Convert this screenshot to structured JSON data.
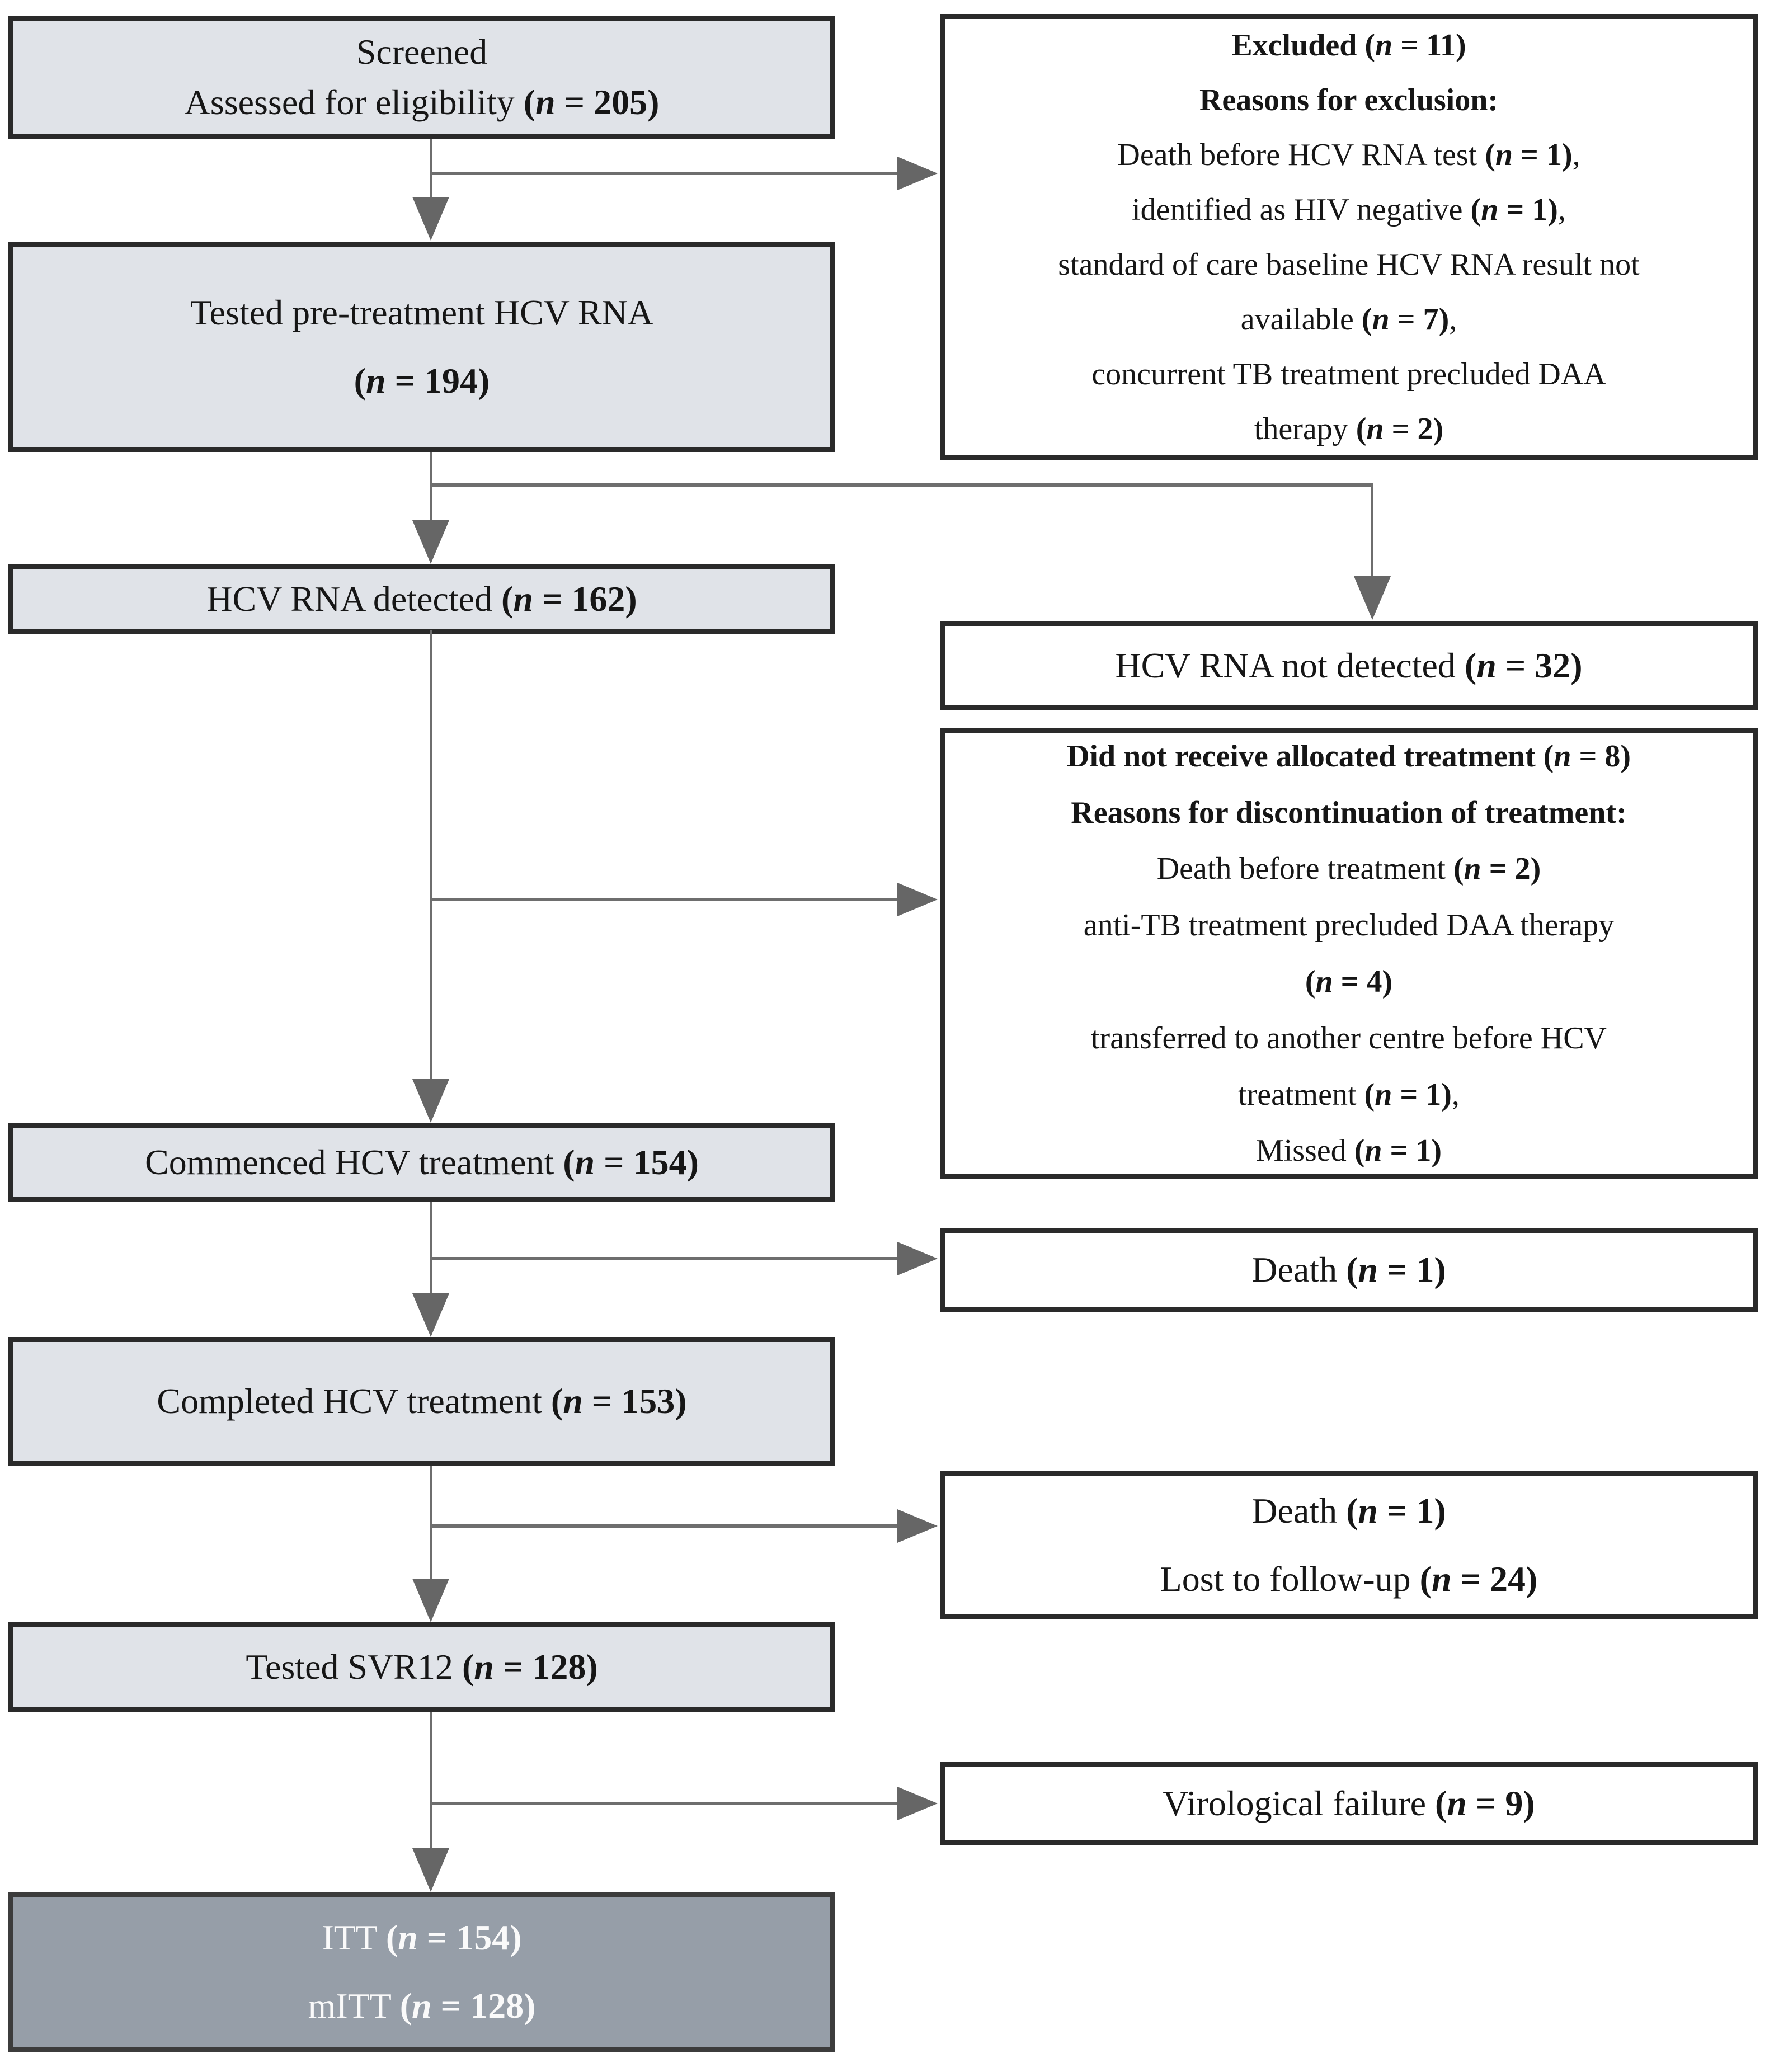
{
  "diagram_title": "HCV treatment cascade flow diagram",
  "colors": {
    "box_light_fill": "#e0e3e8",
    "box_white_fill": "#ffffff",
    "box_dark_fill": "#969ea8",
    "box_border": "#2a2a2a",
    "connector_line": "#6e6e6e",
    "arrowhead": "#666666",
    "text_dark": "#161616",
    "text_light": "#fafafa"
  },
  "counts": {
    "screened": 205,
    "tested_pretreatment": 194,
    "excluded": 11,
    "hcv_rna_detected": 162,
    "hcv_rna_not_detected": 32,
    "did_not_receive_treatment": 8,
    "commenced_treatment": 154,
    "death_during_treatment": 1,
    "completed_treatment": 153,
    "death_after_treatment": 1,
    "lost_to_follow_up": 24,
    "tested_svr12": 128,
    "virological_failure": 9,
    "itt": 154,
    "mitt": 128
  },
  "boxes": {
    "screened": {
      "lines": [
        [
          {
            "t": "Screened"
          }
        ],
        [
          {
            "t": "Assessed for eligibility "
          },
          {
            "t": "(",
            "b": true
          },
          {
            "t": "n",
            "b": true,
            "i": true
          },
          {
            "t": " = 205)",
            "b": true
          }
        ]
      ]
    },
    "excluded": {
      "lines": [
        [
          {
            "t": "Excluded ",
            "b": true
          },
          {
            "t": "(",
            "b": true
          },
          {
            "t": "n",
            "b": true,
            "i": true
          },
          {
            "t": " = 11)",
            "b": true
          }
        ],
        [
          {
            "t": "Reasons for exclusion:",
            "b": true
          }
        ],
        [
          {
            "t": "Death before HCV RNA test "
          },
          {
            "t": "(",
            "b": true
          },
          {
            "t": "n",
            "b": true,
            "i": true
          },
          {
            "t": " = 1)",
            "b": true
          },
          {
            "t": ","
          }
        ],
        [
          {
            "t": "identified as HIV negative "
          },
          {
            "t": "(",
            "b": true
          },
          {
            "t": "n",
            "b": true,
            "i": true
          },
          {
            "t": " = 1)",
            "b": true
          },
          {
            "t": ","
          }
        ],
        [
          {
            "t": "standard of care baseline HCV RNA result not"
          }
        ],
        [
          {
            "t": "available "
          },
          {
            "t": "(",
            "b": true
          },
          {
            "t": "n",
            "b": true,
            "i": true
          },
          {
            "t": " = 7)",
            "b": true
          },
          {
            "t": ","
          }
        ],
        [
          {
            "t": "concurrent TB treatment precluded DAA"
          }
        ],
        [
          {
            "t": "therapy "
          },
          {
            "t": "(",
            "b": true
          },
          {
            "t": "n",
            "b": true,
            "i": true
          },
          {
            "t": " = 2)",
            "b": true
          }
        ]
      ]
    },
    "tested": {
      "lines": [
        [
          {
            "t": "Tested pre-treatment HCV RNA"
          }
        ],
        [
          {
            "t": "(",
            "b": true
          },
          {
            "t": "n",
            "b": true,
            "i": true
          },
          {
            "t": " = 194)",
            "b": true
          }
        ]
      ]
    },
    "detected": {
      "lines": [
        [
          {
            "t": "HCV RNA detected "
          },
          {
            "t": "(",
            "b": true
          },
          {
            "t": "n",
            "b": true,
            "i": true
          },
          {
            "t": " = 162)",
            "b": true
          }
        ]
      ]
    },
    "not_detected": {
      "lines": [
        [
          {
            "t": "HCV RNA not detected "
          },
          {
            "t": "(",
            "b": true
          },
          {
            "t": "n",
            "b": true,
            "i": true
          },
          {
            "t": " = 32)",
            "b": true
          }
        ]
      ]
    },
    "did_not_receive": {
      "lines": [
        [
          {
            "t": "Did not receive allocated treatment ",
            "b": true
          },
          {
            "t": "(",
            "b": true
          },
          {
            "t": "n",
            "b": true,
            "i": true
          },
          {
            "t": " = 8)",
            "b": true
          }
        ],
        [
          {
            "t": "Reasons for discontinuation of treatment:",
            "b": true
          }
        ],
        [
          {
            "t": "Death before treatment "
          },
          {
            "t": "(",
            "b": true
          },
          {
            "t": "n",
            "b": true,
            "i": true
          },
          {
            "t": " = 2)",
            "b": true
          }
        ],
        [
          {
            "t": "anti-TB treatment precluded DAA therapy"
          }
        ],
        [
          {
            "t": "(",
            "b": true
          },
          {
            "t": "n",
            "b": true,
            "i": true
          },
          {
            "t": " = 4)",
            "b": true
          }
        ],
        [
          {
            "t": "transferred to another centre before HCV"
          }
        ],
        [
          {
            "t": "treatment "
          },
          {
            "t": "(",
            "b": true
          },
          {
            "t": "n",
            "b": true,
            "i": true
          },
          {
            "t": " = 1)",
            "b": true
          },
          {
            "t": ","
          }
        ],
        [
          {
            "t": "Missed "
          },
          {
            "t": "(",
            "b": true
          },
          {
            "t": "n",
            "b": true,
            "i": true
          },
          {
            "t": " = 1)",
            "b": true
          }
        ]
      ]
    },
    "commenced": {
      "lines": [
        [
          {
            "t": "Commenced HCV treatment "
          },
          {
            "t": "(",
            "b": true
          },
          {
            "t": "n",
            "b": true,
            "i": true
          },
          {
            "t": " = 154)",
            "b": true
          }
        ]
      ]
    },
    "death1": {
      "lines": [
        [
          {
            "t": "Death "
          },
          {
            "t": "(",
            "b": true
          },
          {
            "t": "n",
            "b": true,
            "i": true
          },
          {
            "t": " = 1)",
            "b": true
          }
        ]
      ]
    },
    "completed": {
      "lines": [
        [
          {
            "t": "Completed HCV treatment "
          },
          {
            "t": "(",
            "b": true
          },
          {
            "t": "n",
            "b": true,
            "i": true
          },
          {
            "t": " = 153)",
            "b": true
          }
        ]
      ]
    },
    "death_lost": {
      "lines": [
        [
          {
            "t": "Death "
          },
          {
            "t": "(",
            "b": true
          },
          {
            "t": "n",
            "b": true,
            "i": true
          },
          {
            "t": " = 1)",
            "b": true
          }
        ],
        [
          {
            "t": "Lost to follow-up "
          },
          {
            "t": "(",
            "b": true
          },
          {
            "t": "n",
            "b": true,
            "i": true
          },
          {
            "t": " = 24)",
            "b": true
          }
        ]
      ]
    },
    "svr12": {
      "lines": [
        [
          {
            "t": "Tested SVR12 "
          },
          {
            "t": "(",
            "b": true
          },
          {
            "t": "n",
            "b": true,
            "i": true
          },
          {
            "t": " = 128)",
            "b": true
          }
        ]
      ]
    },
    "virological": {
      "lines": [
        [
          {
            "t": "Virological failure "
          },
          {
            "t": "(",
            "b": true
          },
          {
            "t": "n",
            "b": true,
            "i": true
          },
          {
            "t": " = 9)",
            "b": true
          }
        ]
      ]
    },
    "itt": {
      "lines": [
        [
          {
            "t": "ITT "
          },
          {
            "t": "(",
            "b": true
          },
          {
            "t": "n",
            "b": true,
            "i": true
          },
          {
            "t": " = 154)",
            "b": true
          }
        ],
        [
          {
            "t": "mITT "
          },
          {
            "t": "(",
            "b": true
          },
          {
            "t": "n",
            "b": true,
            "i": true
          },
          {
            "t": " = 128)",
            "b": true
          }
        ]
      ]
    }
  }
}
